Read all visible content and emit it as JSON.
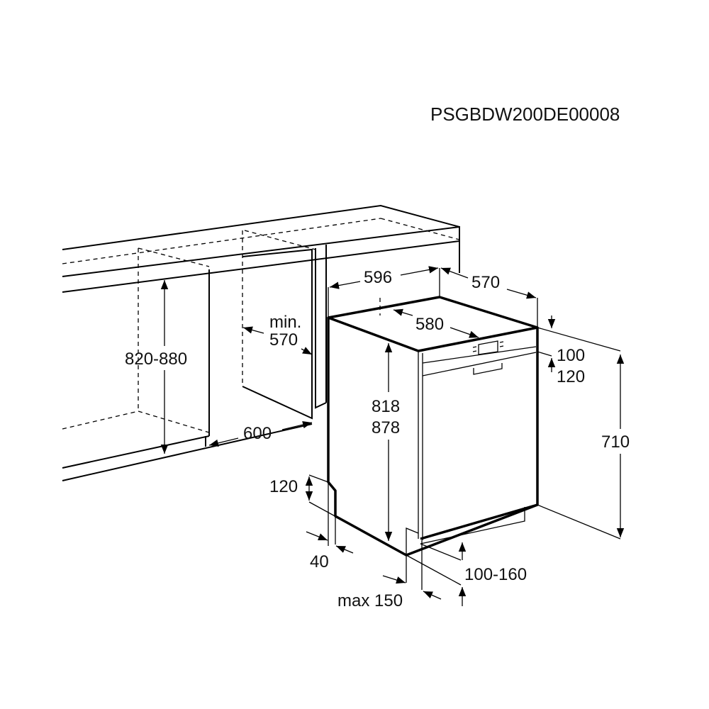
{
  "model_code": "PSGBDW200DE00008",
  "dimensions": {
    "niche_height": "820-880",
    "niche_depth_min_label": "min.",
    "niche_depth_min_value": "570",
    "niche_width": "600",
    "appliance_width": "596",
    "appliance_depth": "570",
    "appliance_inner_depth": "580",
    "panel_height_a": "100",
    "panel_height_b": "120",
    "appliance_height_a": "818",
    "appliance_height_b": "878",
    "door_height": "710",
    "plinth_height": "120",
    "plinth_recess": "40",
    "plinth_range": "100-160",
    "plinth_max": "max 150"
  }
}
